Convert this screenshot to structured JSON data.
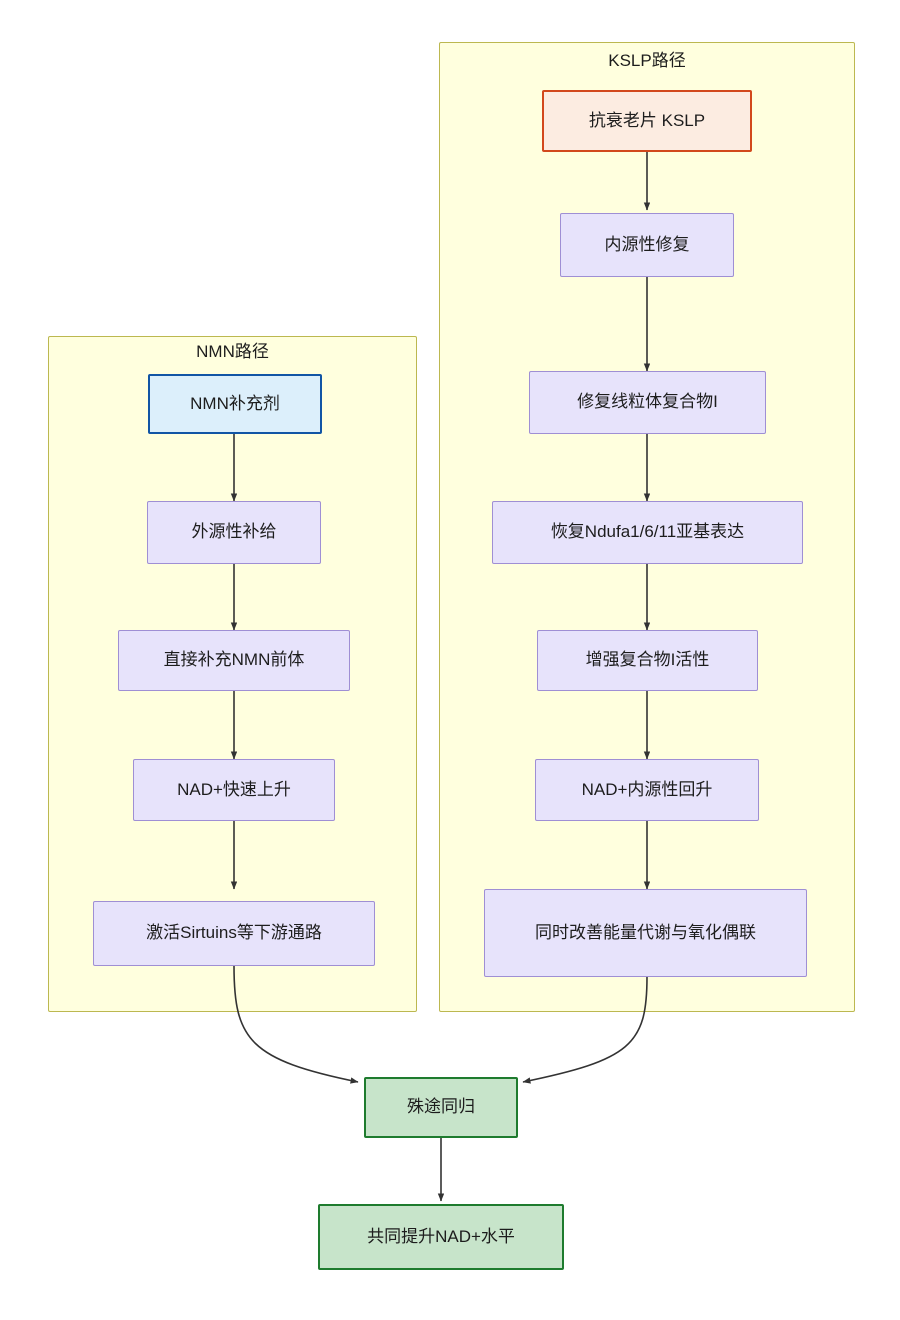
{
  "diagram": {
    "type": "flowchart",
    "direction": "top-down",
    "title_visible": false,
    "clusters": [
      {
        "id": "nmn_path",
        "label": "NMN路径",
        "fill": "#ffffde",
        "stroke": "#bcb850"
      },
      {
        "id": "kslp_path",
        "label": "KSLP路径",
        "fill": "#ffffde",
        "stroke": "#bcb850"
      }
    ],
    "nodes": {
      "nmn_supplement": "NMN补充剂",
      "exogenous_supply": "外源性补给",
      "direct_precursor": "直接补充NMN前体",
      "nad_fast_rise": "NAD+快速上升",
      "activate_sirtuins": "激活Sirtuins等下游通路",
      "kslp_tablet": "抗衰老片 KSLP",
      "endogenous_repair": "内源性修复",
      "repair_complex1": "修复线粒体复合物I",
      "restore_ndufa": "恢复Ndufa1/6/11亚基表达",
      "enhance_complex1": "增强复合物I活性",
      "nad_endogenous_rise": "NAD+内源性回升",
      "improve_metabolism": "同时改善能量代谢与氧化偶联",
      "converge": "殊途同归",
      "raise_nad": "共同提升NAD+水平"
    },
    "colors": {
      "cluster_fill": "#ffffde",
      "cluster_stroke": "#bcb850",
      "default_fill": "#e7e3fb",
      "default_stroke": "#9f8fd4",
      "nmn_fill": "#dceffb",
      "nmn_stroke": "#1155a5",
      "kslp_fill": "#fcece1",
      "kslp_stroke": "#d2481c",
      "green_fill": "#c7e4ca",
      "green_stroke": "#1e7b2e",
      "edge_stroke": "#333333",
      "text": "#1d1d1d"
    },
    "edges": [
      {
        "from": "nmn_supplement",
        "to": "exogenous_supply"
      },
      {
        "from": "exogenous_supply",
        "to": "direct_precursor"
      },
      {
        "from": "direct_precursor",
        "to": "nad_fast_rise"
      },
      {
        "from": "nad_fast_rise",
        "to": "activate_sirtuins"
      },
      {
        "from": "kslp_tablet",
        "to": "endogenous_repair"
      },
      {
        "from": "endogenous_repair",
        "to": "repair_complex1"
      },
      {
        "from": "repair_complex1",
        "to": "restore_ndufa"
      },
      {
        "from": "restore_ndufa",
        "to": "enhance_complex1"
      },
      {
        "from": "enhance_complex1",
        "to": "nad_endogenous_rise"
      },
      {
        "from": "nad_endogenous_rise",
        "to": "improve_metabolism"
      },
      {
        "from": "activate_sirtuins",
        "to": "converge"
      },
      {
        "from": "improve_metabolism",
        "to": "converge"
      },
      {
        "from": "converge",
        "to": "raise_nad"
      }
    ]
  }
}
